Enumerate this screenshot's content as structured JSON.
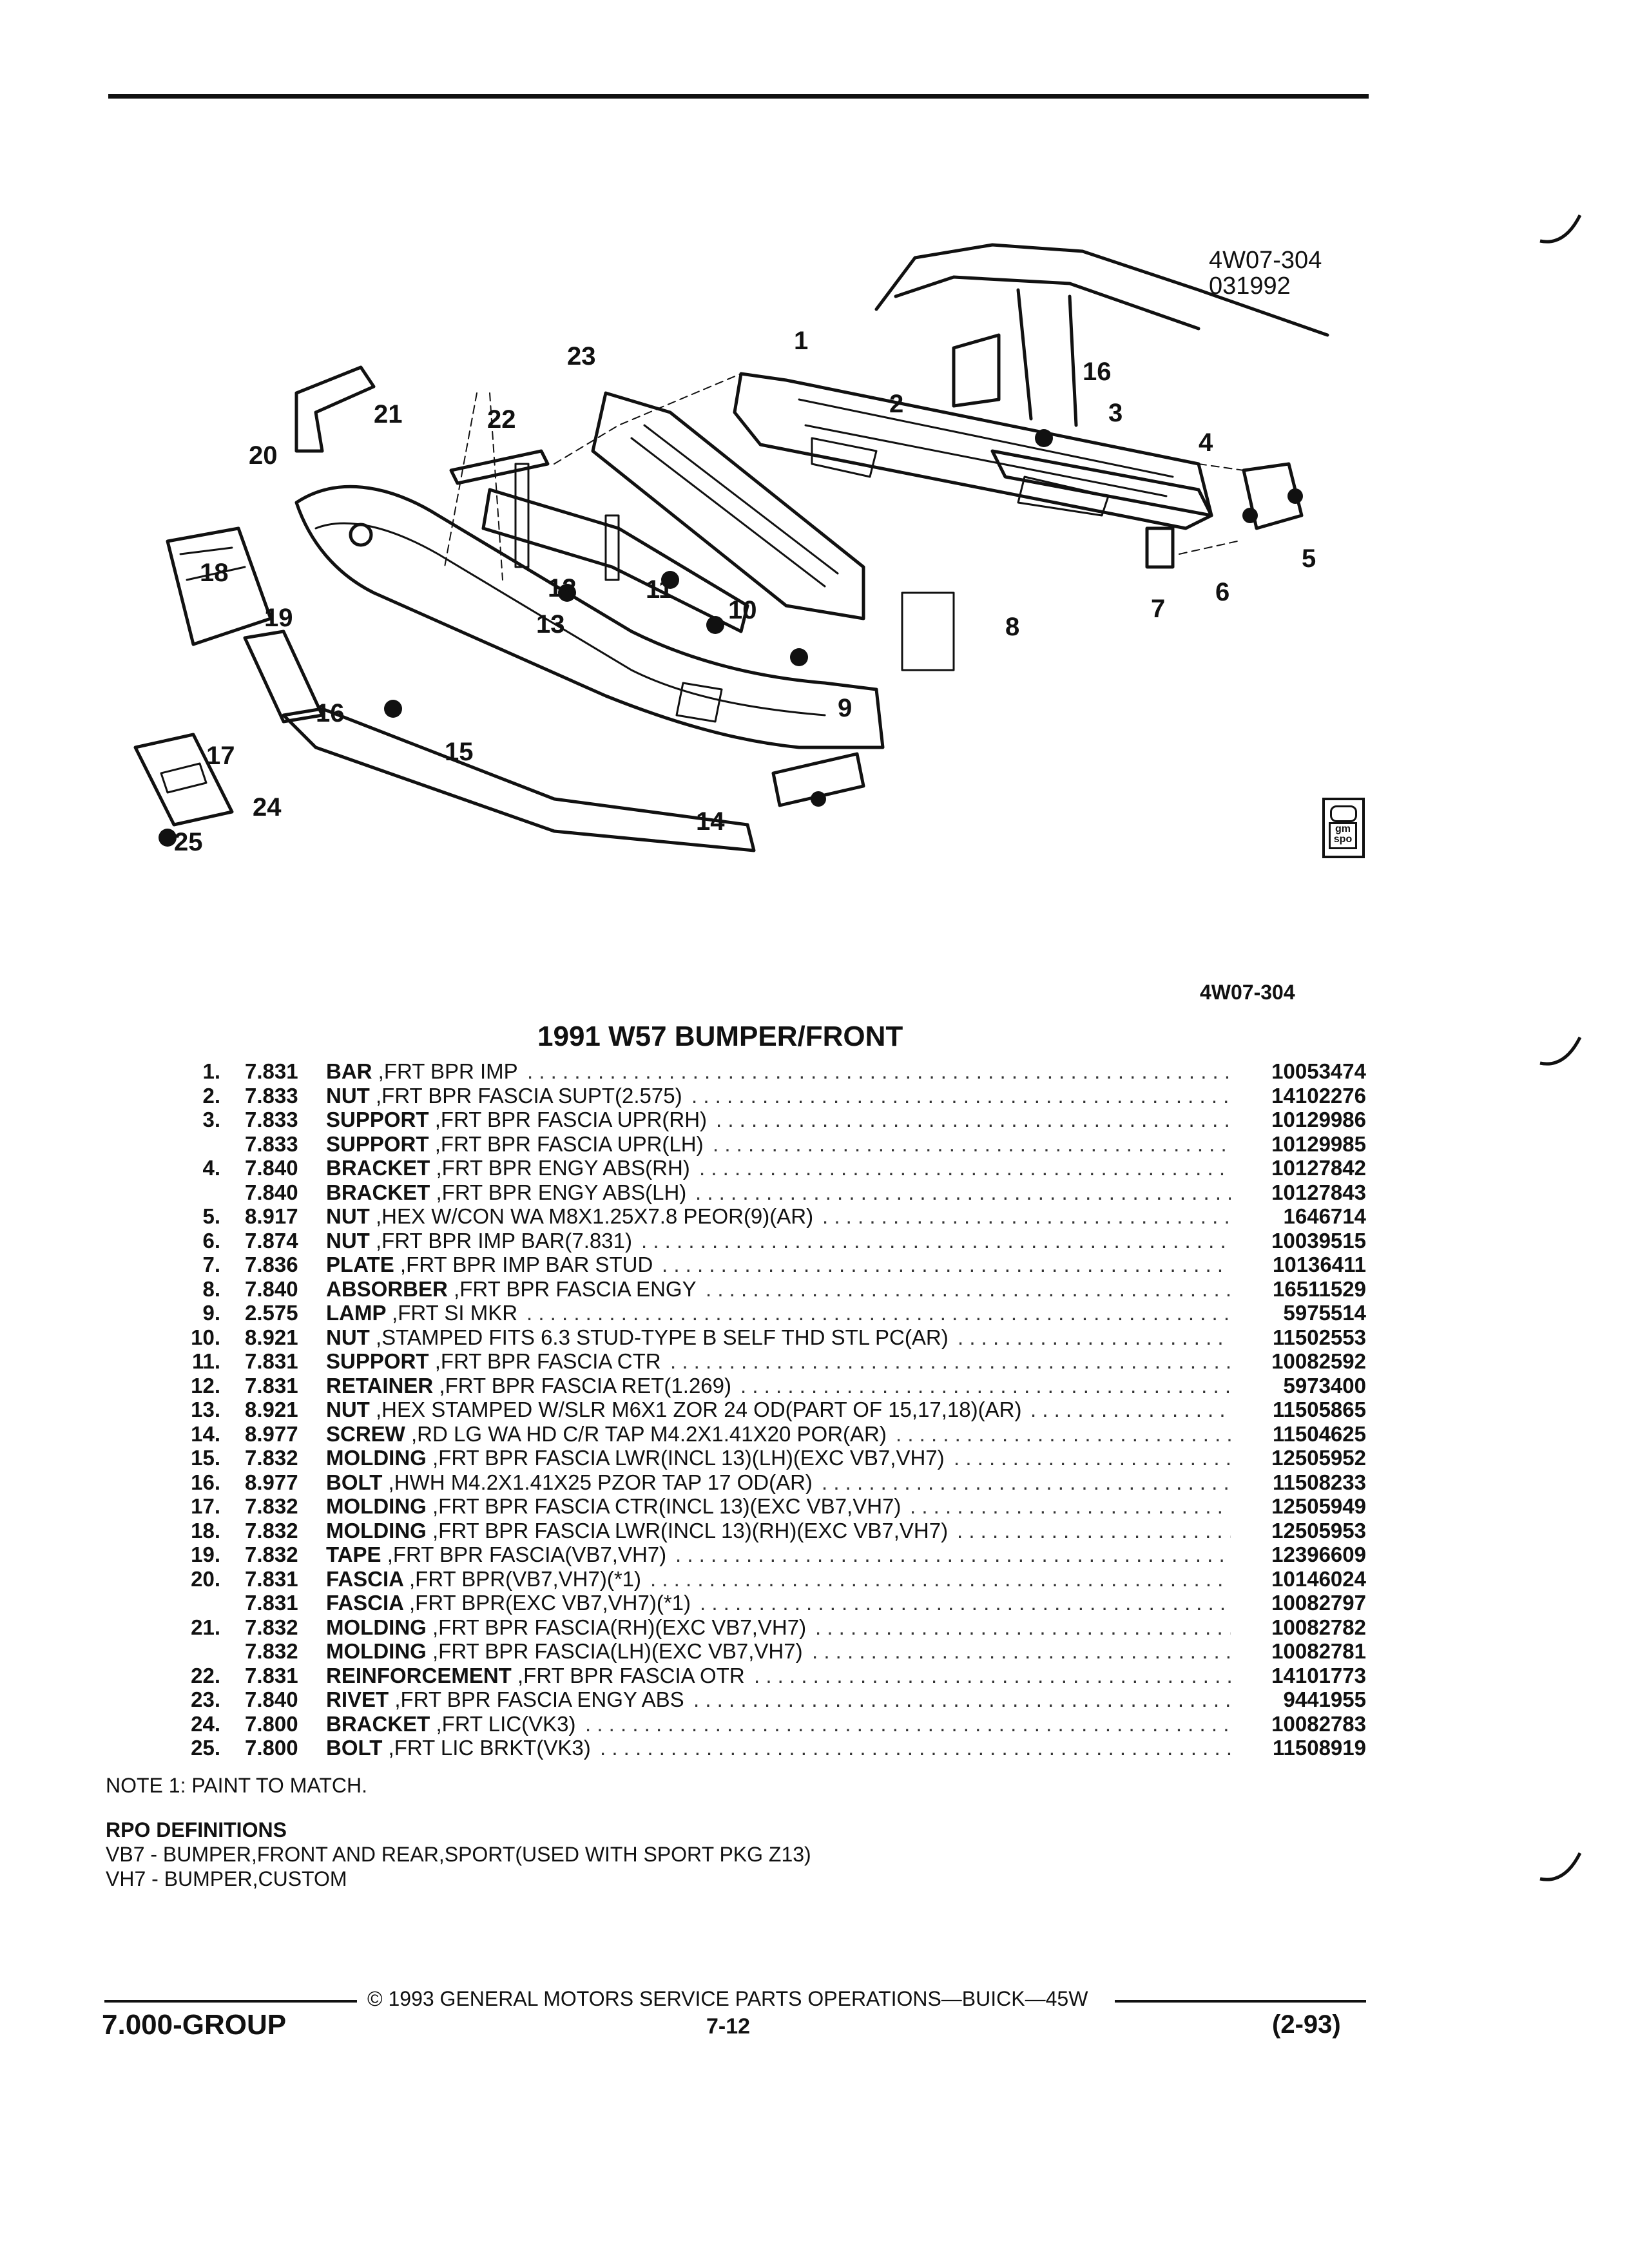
{
  "header": {
    "ref_code": "4W07-304",
    "ref_date": "031992"
  },
  "diagram": {
    "callouts": [
      "1",
      "2",
      "3",
      "4",
      "5",
      "6",
      "7",
      "8",
      "9",
      "10",
      "11",
      "12",
      "13",
      "14",
      "15",
      "16",
      "16",
      "17",
      "18",
      "19",
      "20",
      "21",
      "22",
      "23",
      "24",
      "25"
    ]
  },
  "badge": {
    "text": "gm spo"
  },
  "page_code": "4W07-304",
  "title": "1991 W57 BUMPER/FRONT",
  "parts": [
    {
      "num": "1.",
      "grp": "7.831",
      "name": "BAR",
      "desc": ",FRT BPR IMP",
      "pn": "10053474"
    },
    {
      "num": "2.",
      "grp": "7.833",
      "name": "NUT",
      "desc": ",FRT BPR FASCIA SUPT(2.575)",
      "pn": "14102276"
    },
    {
      "num": "3.",
      "grp": "7.833",
      "name": "SUPPORT",
      "desc": ",FRT BPR FASCIA UPR(RH)",
      "pn": "10129986"
    },
    {
      "num": "",
      "grp": "7.833",
      "name": "SUPPORT",
      "desc": ",FRT BPR FASCIA UPR(LH)",
      "pn": "10129985"
    },
    {
      "num": "4.",
      "grp": "7.840",
      "name": "BRACKET",
      "desc": ",FRT BPR ENGY ABS(RH)",
      "pn": "10127842"
    },
    {
      "num": "",
      "grp": "7.840",
      "name": "BRACKET",
      "desc": ",FRT BPR ENGY ABS(LH)",
      "pn": "10127843"
    },
    {
      "num": "5.",
      "grp": "8.917",
      "name": "NUT",
      "desc": ",HEX W/CON WA M8X1.25X7.8 PEOR(9)(AR)",
      "pn": "1646714"
    },
    {
      "num": "6.",
      "grp": "7.874",
      "name": "NUT",
      "desc": ",FRT BPR IMP BAR(7.831)",
      "pn": "10039515"
    },
    {
      "num": "7.",
      "grp": "7.836",
      "name": "PLATE",
      "desc": ",FRT BPR IMP BAR STUD",
      "pn": "10136411"
    },
    {
      "num": "8.",
      "grp": "7.840",
      "name": "ABSORBER",
      "desc": ",FRT BPR FASCIA ENGY",
      "pn": "16511529"
    },
    {
      "num": "9.",
      "grp": "2.575",
      "name": "LAMP",
      "desc": ",FRT SI MKR",
      "pn": "5975514"
    },
    {
      "num": "10.",
      "grp": "8.921",
      "name": "NUT",
      "desc": ",STAMPED FITS 6.3 STUD-TYPE B SELF THD STL PC(AR)",
      "pn": "11502553"
    },
    {
      "num": "11.",
      "grp": "7.831",
      "name": "SUPPORT",
      "desc": ",FRT BPR FASCIA CTR",
      "pn": "10082592"
    },
    {
      "num": "12.",
      "grp": "7.831",
      "name": "RETAINER",
      "desc": ",FRT BPR FASCIA RET(1.269)",
      "pn": "5973400"
    },
    {
      "num": "13.",
      "grp": "8.921",
      "name": "NUT",
      "desc": ",HEX STAMPED W/SLR M6X1 ZOR 24 OD(PART OF 15,17,18)(AR)",
      "pn": "11505865"
    },
    {
      "num": "14.",
      "grp": "8.977",
      "name": "SCREW",
      "desc": ",RD LG WA HD C/R TAP M4.2X1.41X20 POR(AR)",
      "pn": "11504625"
    },
    {
      "num": "15.",
      "grp": "7.832",
      "name": "MOLDING",
      "desc": ",FRT BPR FASCIA LWR(INCL 13)(LH)(EXC VB7,VH7)",
      "pn": "12505952"
    },
    {
      "num": "16.",
      "grp": "8.977",
      "name": "BOLT",
      "desc": ",HWH M4.2X1.41X25 PZOR TAP 17 OD(AR)",
      "pn": "11508233"
    },
    {
      "num": "17.",
      "grp": "7.832",
      "name": "MOLDING",
      "desc": ",FRT BPR FASCIA CTR(INCL 13)(EXC VB7,VH7)",
      "pn": "12505949"
    },
    {
      "num": "18.",
      "grp": "7.832",
      "name": "MOLDING",
      "desc": ",FRT BPR FASCIA LWR(INCL 13)(RH)(EXC VB7,VH7)",
      "pn": "12505953"
    },
    {
      "num": "19.",
      "grp": "7.832",
      "name": "TAPE",
      "desc": ",FRT BPR FASCIA(VB7,VH7)",
      "pn": "12396609"
    },
    {
      "num": "20.",
      "grp": "7.831",
      "name": "FASCIA",
      "desc": ",FRT BPR(VB7,VH7)(*1)",
      "pn": "10146024"
    },
    {
      "num": "",
      "grp": "7.831",
      "name": "FASCIA",
      "desc": ",FRT BPR(EXC VB7,VH7)(*1)",
      "pn": "10082797"
    },
    {
      "num": "21.",
      "grp": "7.832",
      "name": "MOLDING",
      "desc": ",FRT BPR FASCIA(RH)(EXC VB7,VH7)",
      "pn": "10082782"
    },
    {
      "num": "",
      "grp": "7.832",
      "name": "MOLDING",
      "desc": ",FRT BPR FASCIA(LH)(EXC VB7,VH7)",
      "pn": "10082781"
    },
    {
      "num": "22.",
      "grp": "7.831",
      "name": "REINFORCEMENT",
      "desc": ",FRT BPR FASCIA OTR",
      "pn": "14101773"
    },
    {
      "num": "23.",
      "grp": "7.840",
      "name": "RIVET",
      "desc": ",FRT BPR FASCIA ENGY ABS",
      "pn": "9441955"
    },
    {
      "num": "24.",
      "grp": "7.800",
      "name": "BRACKET",
      "desc": ",FRT LIC(VK3)",
      "pn": "10082783"
    },
    {
      "num": "25.",
      "grp": "7.800",
      "name": "BOLT",
      "desc": ",FRT LIC BRKT(VK3)",
      "pn": "11508919"
    }
  ],
  "note": "NOTE  1:  PAINT TO MATCH.",
  "rpo": {
    "heading": "RPO DEFINITIONS",
    "items": [
      "VB7 - BUMPER,FRONT AND REAR,SPORT(USED WITH SPORT PKG Z13)",
      "VH7 - BUMPER,CUSTOM"
    ]
  },
  "footer": {
    "copyright": "© 1993 GENERAL MOTORS SERVICE PARTS OPERATIONS—BUICK—45W",
    "group": "7.000-GROUP",
    "page": "7-12",
    "date": "(2-93)"
  }
}
